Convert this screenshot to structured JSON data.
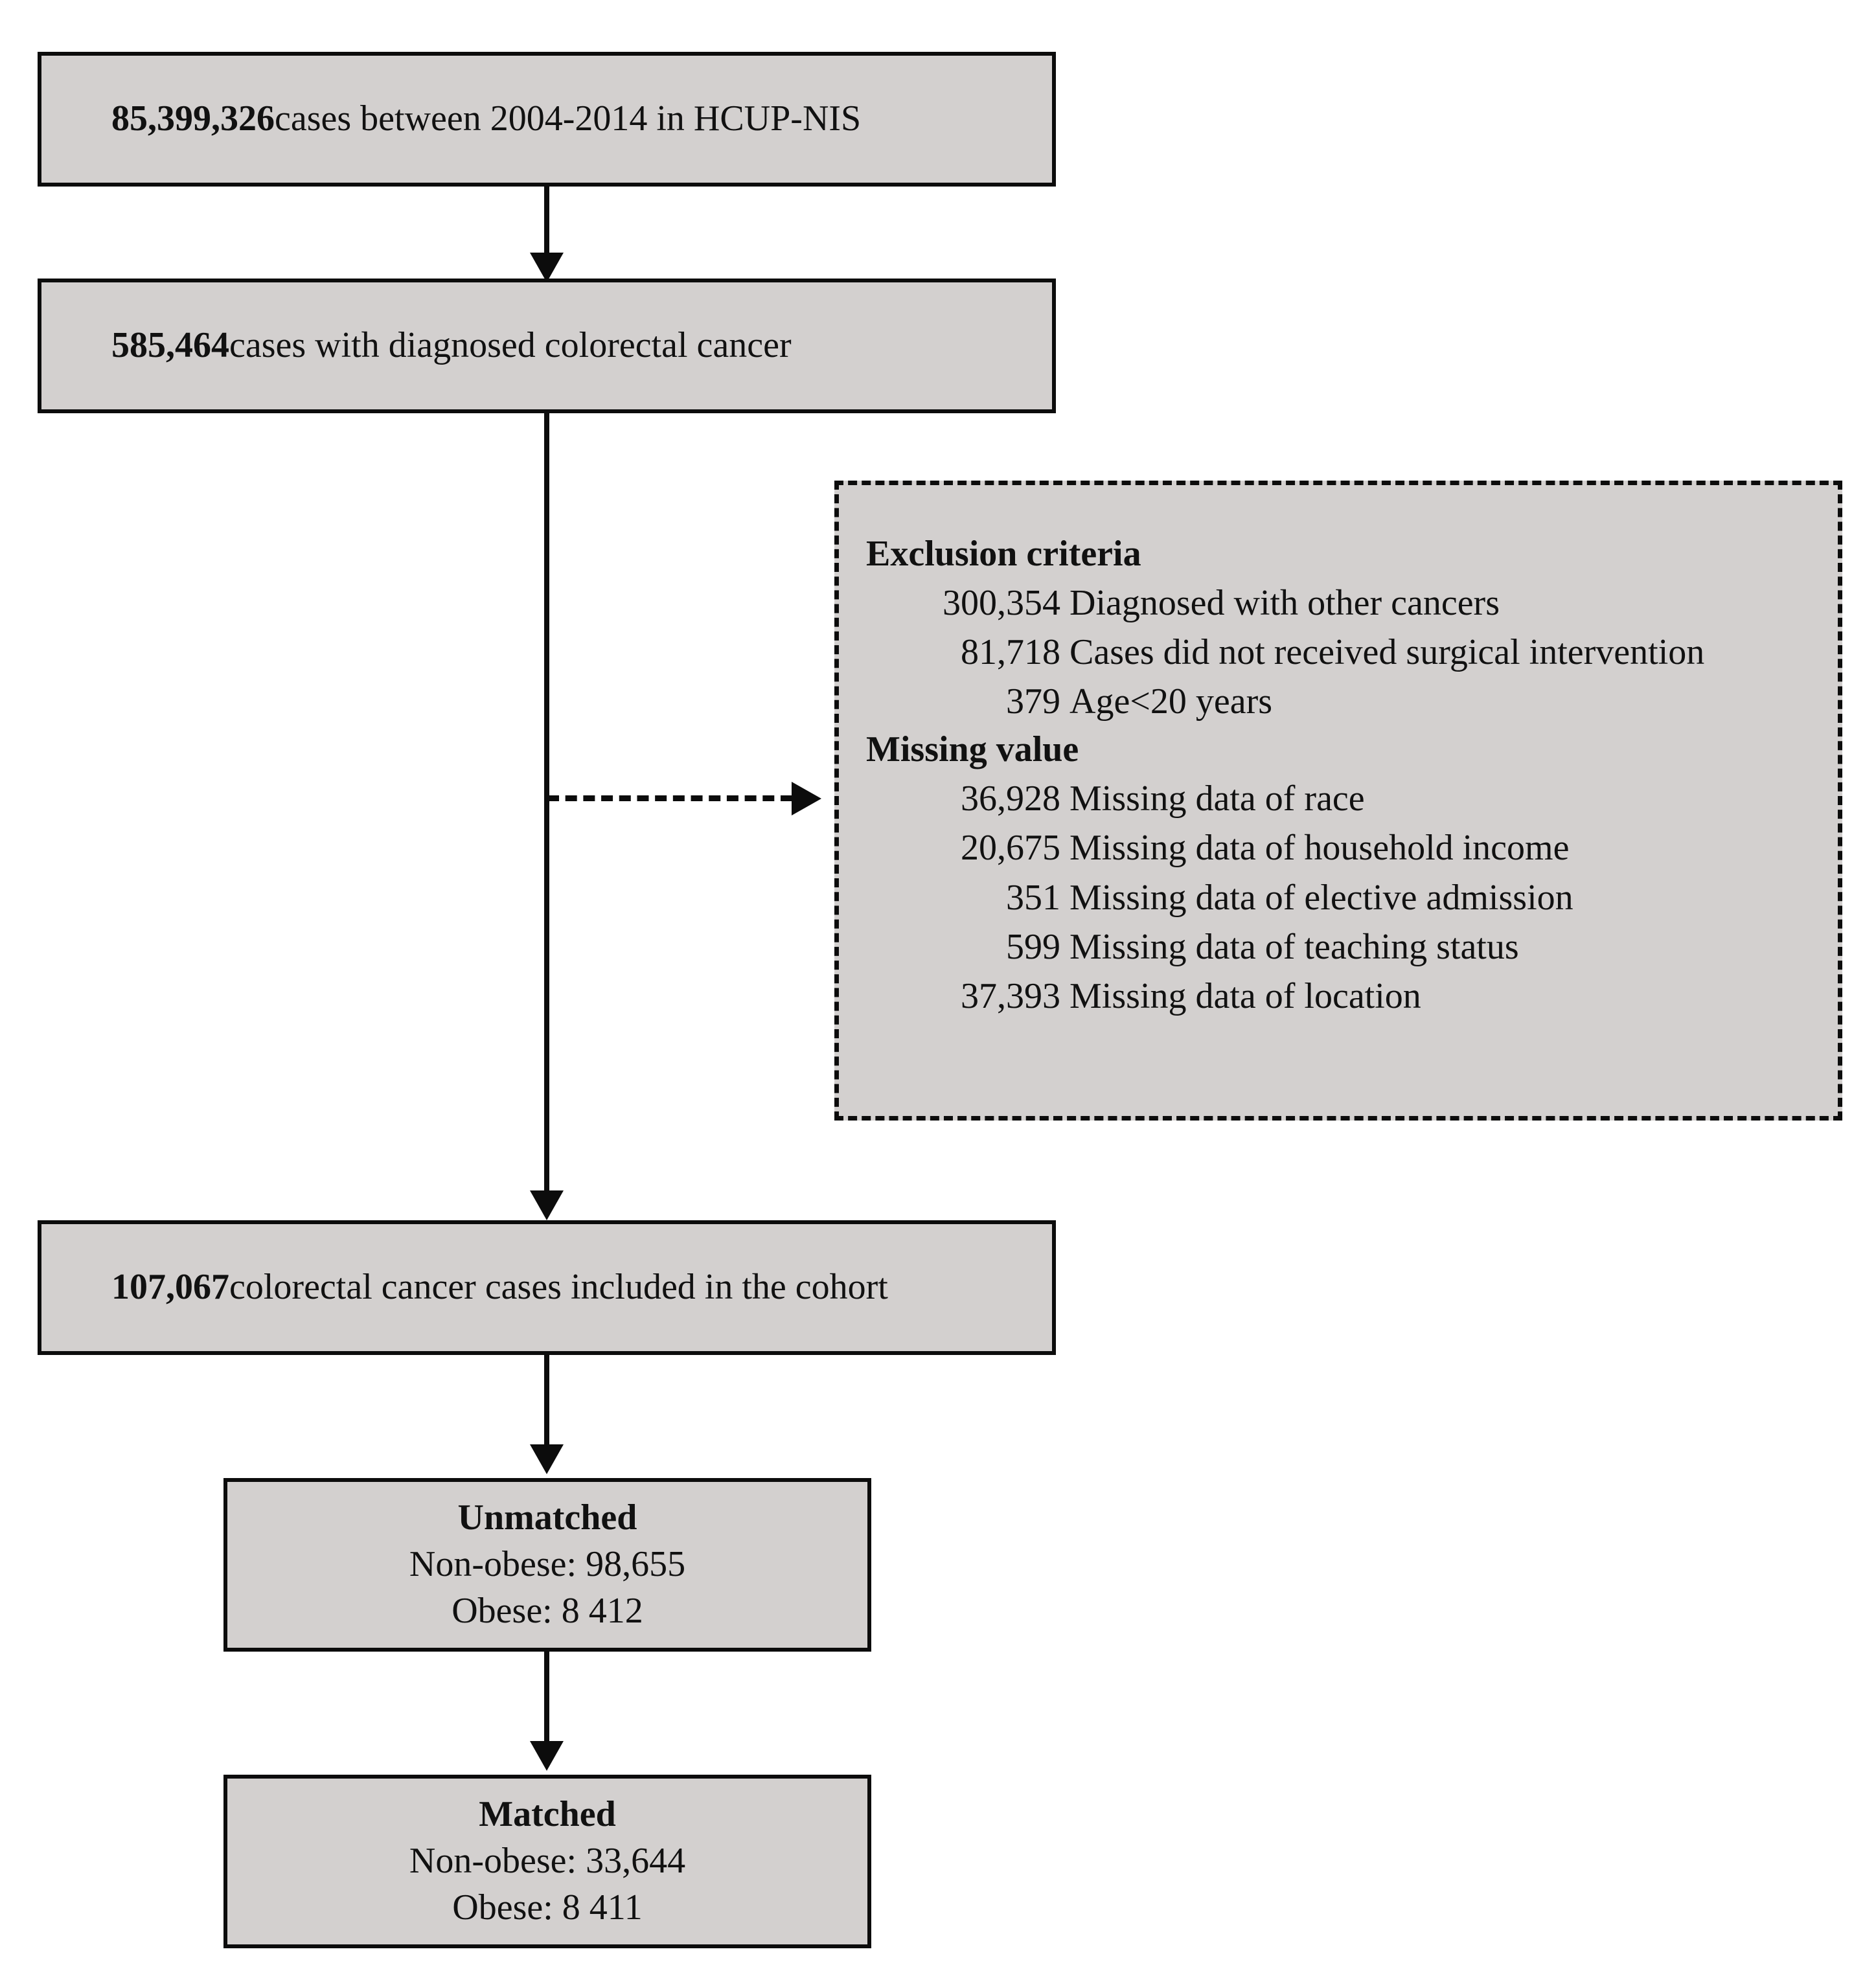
{
  "diagram": {
    "type": "study-flow-diagram",
    "colors": {
      "box_fill": "#d3d0cf",
      "border": "#0c0c0c",
      "text": "#111111",
      "background": "#ffffff"
    },
    "nodes": {
      "source_cohort": {
        "count": "85,399,326",
        "text": "cases between  2004-2014 in HCUP-NIS"
      },
      "diagnosed_cohort": {
        "count": "585,464",
        "text": "cases with diagnosed colorectal cancer"
      },
      "included_cohort": {
        "count": "107,067",
        "text": "colorectal cancer cases included in the cohort"
      },
      "unmatched": {
        "title": "Unmatched",
        "non_obese": "Non-obese: 98,655",
        "obese": "Obese: 8 412"
      },
      "matched": {
        "title": "Matched",
        "non_obese": "Non-obese: 33,644",
        "obese": "Obese: 8 411"
      }
    },
    "exclusion_box": {
      "exclusion_heading": "Exclusion criteria",
      "exclusion_rows": [
        {
          "count": "300,354",
          "reason": "Diagnosed with other cancers"
        },
        {
          "count": "81,718",
          "reason": "Cases did not received surgical intervention"
        },
        {
          "count": "379",
          "reason": "Age<20 years"
        }
      ],
      "missing_heading": "Missing value",
      "missing_rows": [
        {
          "count": "36,928",
          "reason": "Missing data of race"
        },
        {
          "count": "20,675",
          "reason": "Missing data of household income"
        },
        {
          "count": "351",
          "reason": "Missing data of elective admission"
        },
        {
          "count": "599",
          "reason": "Missing data of teaching status"
        },
        {
          "count": "37,393",
          "reason": "Missing data of location"
        }
      ]
    }
  }
}
